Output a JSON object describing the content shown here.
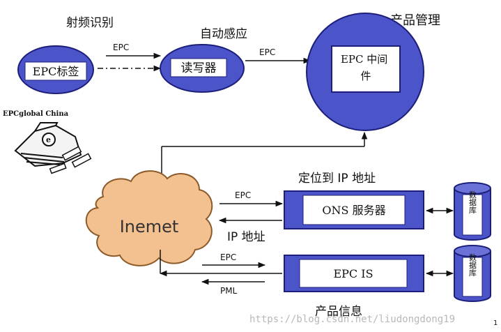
{
  "labels": {
    "rfid": "射频识别",
    "auto_sense": "自动感应",
    "product_mgmt": "产品管理",
    "epc_tag": "EPC标签",
    "reader": "读写器",
    "middleware": "EPC 中间件",
    "epcglobal": "EPCglobal China",
    "locate_ip": "定位到 IP 地址",
    "ons_server": "ONS 服务器",
    "internet": "Inemet",
    "epc_is": "EPC IS",
    "product_info": "产品信息",
    "database1": "数据库",
    "database2": "数据库",
    "watermark": "https://blog.csdn.net/liudongdong19",
    "page_number": "1"
  },
  "arrows": {
    "tag_to_reader": "EPC",
    "reader_to_middleware": "EPC",
    "to_ons": "EPC",
    "from_ons": "IP 地址",
    "to_epcis": "EPC",
    "from_epcis": "PML"
  },
  "colors": {
    "node_fill": "#4b54c8",
    "node_stroke": "#1c1f7a",
    "box_stroke": "#2b2fa0",
    "cloud_fill": "#f3c08f",
    "cloud_stroke": "#8b5a28",
    "line": "#111111",
    "watermark": "#b8b8b8"
  }
}
